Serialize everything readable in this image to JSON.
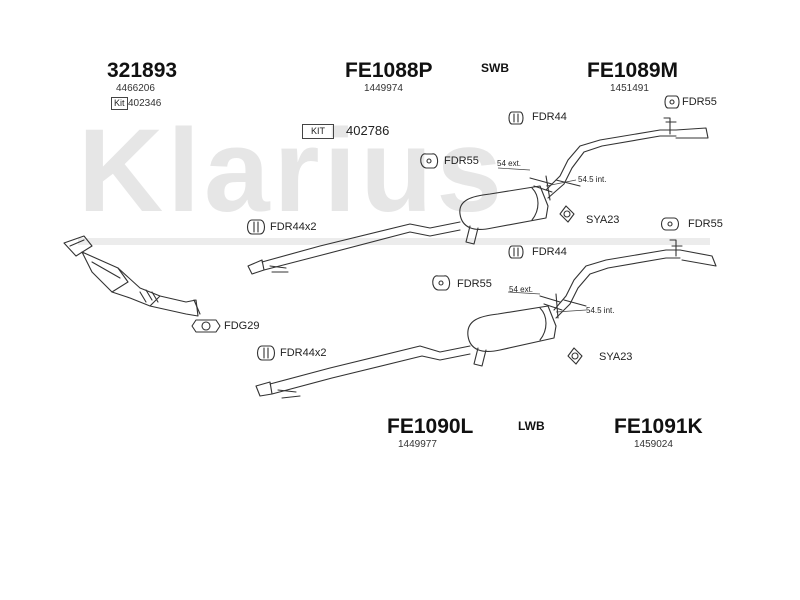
{
  "watermark": "Klarius",
  "kits": {
    "top_left": {
      "code": "321893",
      "number": "4466206",
      "kit_box": "Kit",
      "kit_number": "402346"
    },
    "top_center": {
      "code": "FE1088P",
      "number": "1449974"
    },
    "top_right": {
      "code": "FE1089M",
      "number": "1451491"
    },
    "bottom_center": {
      "code": "FE1090L",
      "number": "1449977"
    },
    "bottom_right": {
      "code": "FE1091K",
      "number": "1459024"
    }
  },
  "wheelbase": {
    "short": "SWB",
    "long": "LWB"
  },
  "kit_label": {
    "box": "KIT",
    "number": "402786"
  },
  "parts": {
    "fdr44_top": "FDR44",
    "fdr55_top_right": "FDR55",
    "fdr55_mid_upper": "FDR55",
    "sya23_upper": "SYA23",
    "fdr55_right": "FDR55",
    "fdr44x2_upper": "FDR44x2",
    "fdr44_mid": "FDR44",
    "fdr55_mid_lower": "FDR55",
    "fdg29": "FDG29",
    "fdr44x2_lower": "FDR44x2",
    "sya23_lower": "SYA23"
  },
  "dimensions": {
    "ext_upper": "54 ext.",
    "int_upper": "54.5 int.",
    "ext_lower": "54 ext.",
    "int_lower": "54.5 int."
  },
  "colors": {
    "line": "#333333",
    "watermark": "#e6e6e6"
  }
}
